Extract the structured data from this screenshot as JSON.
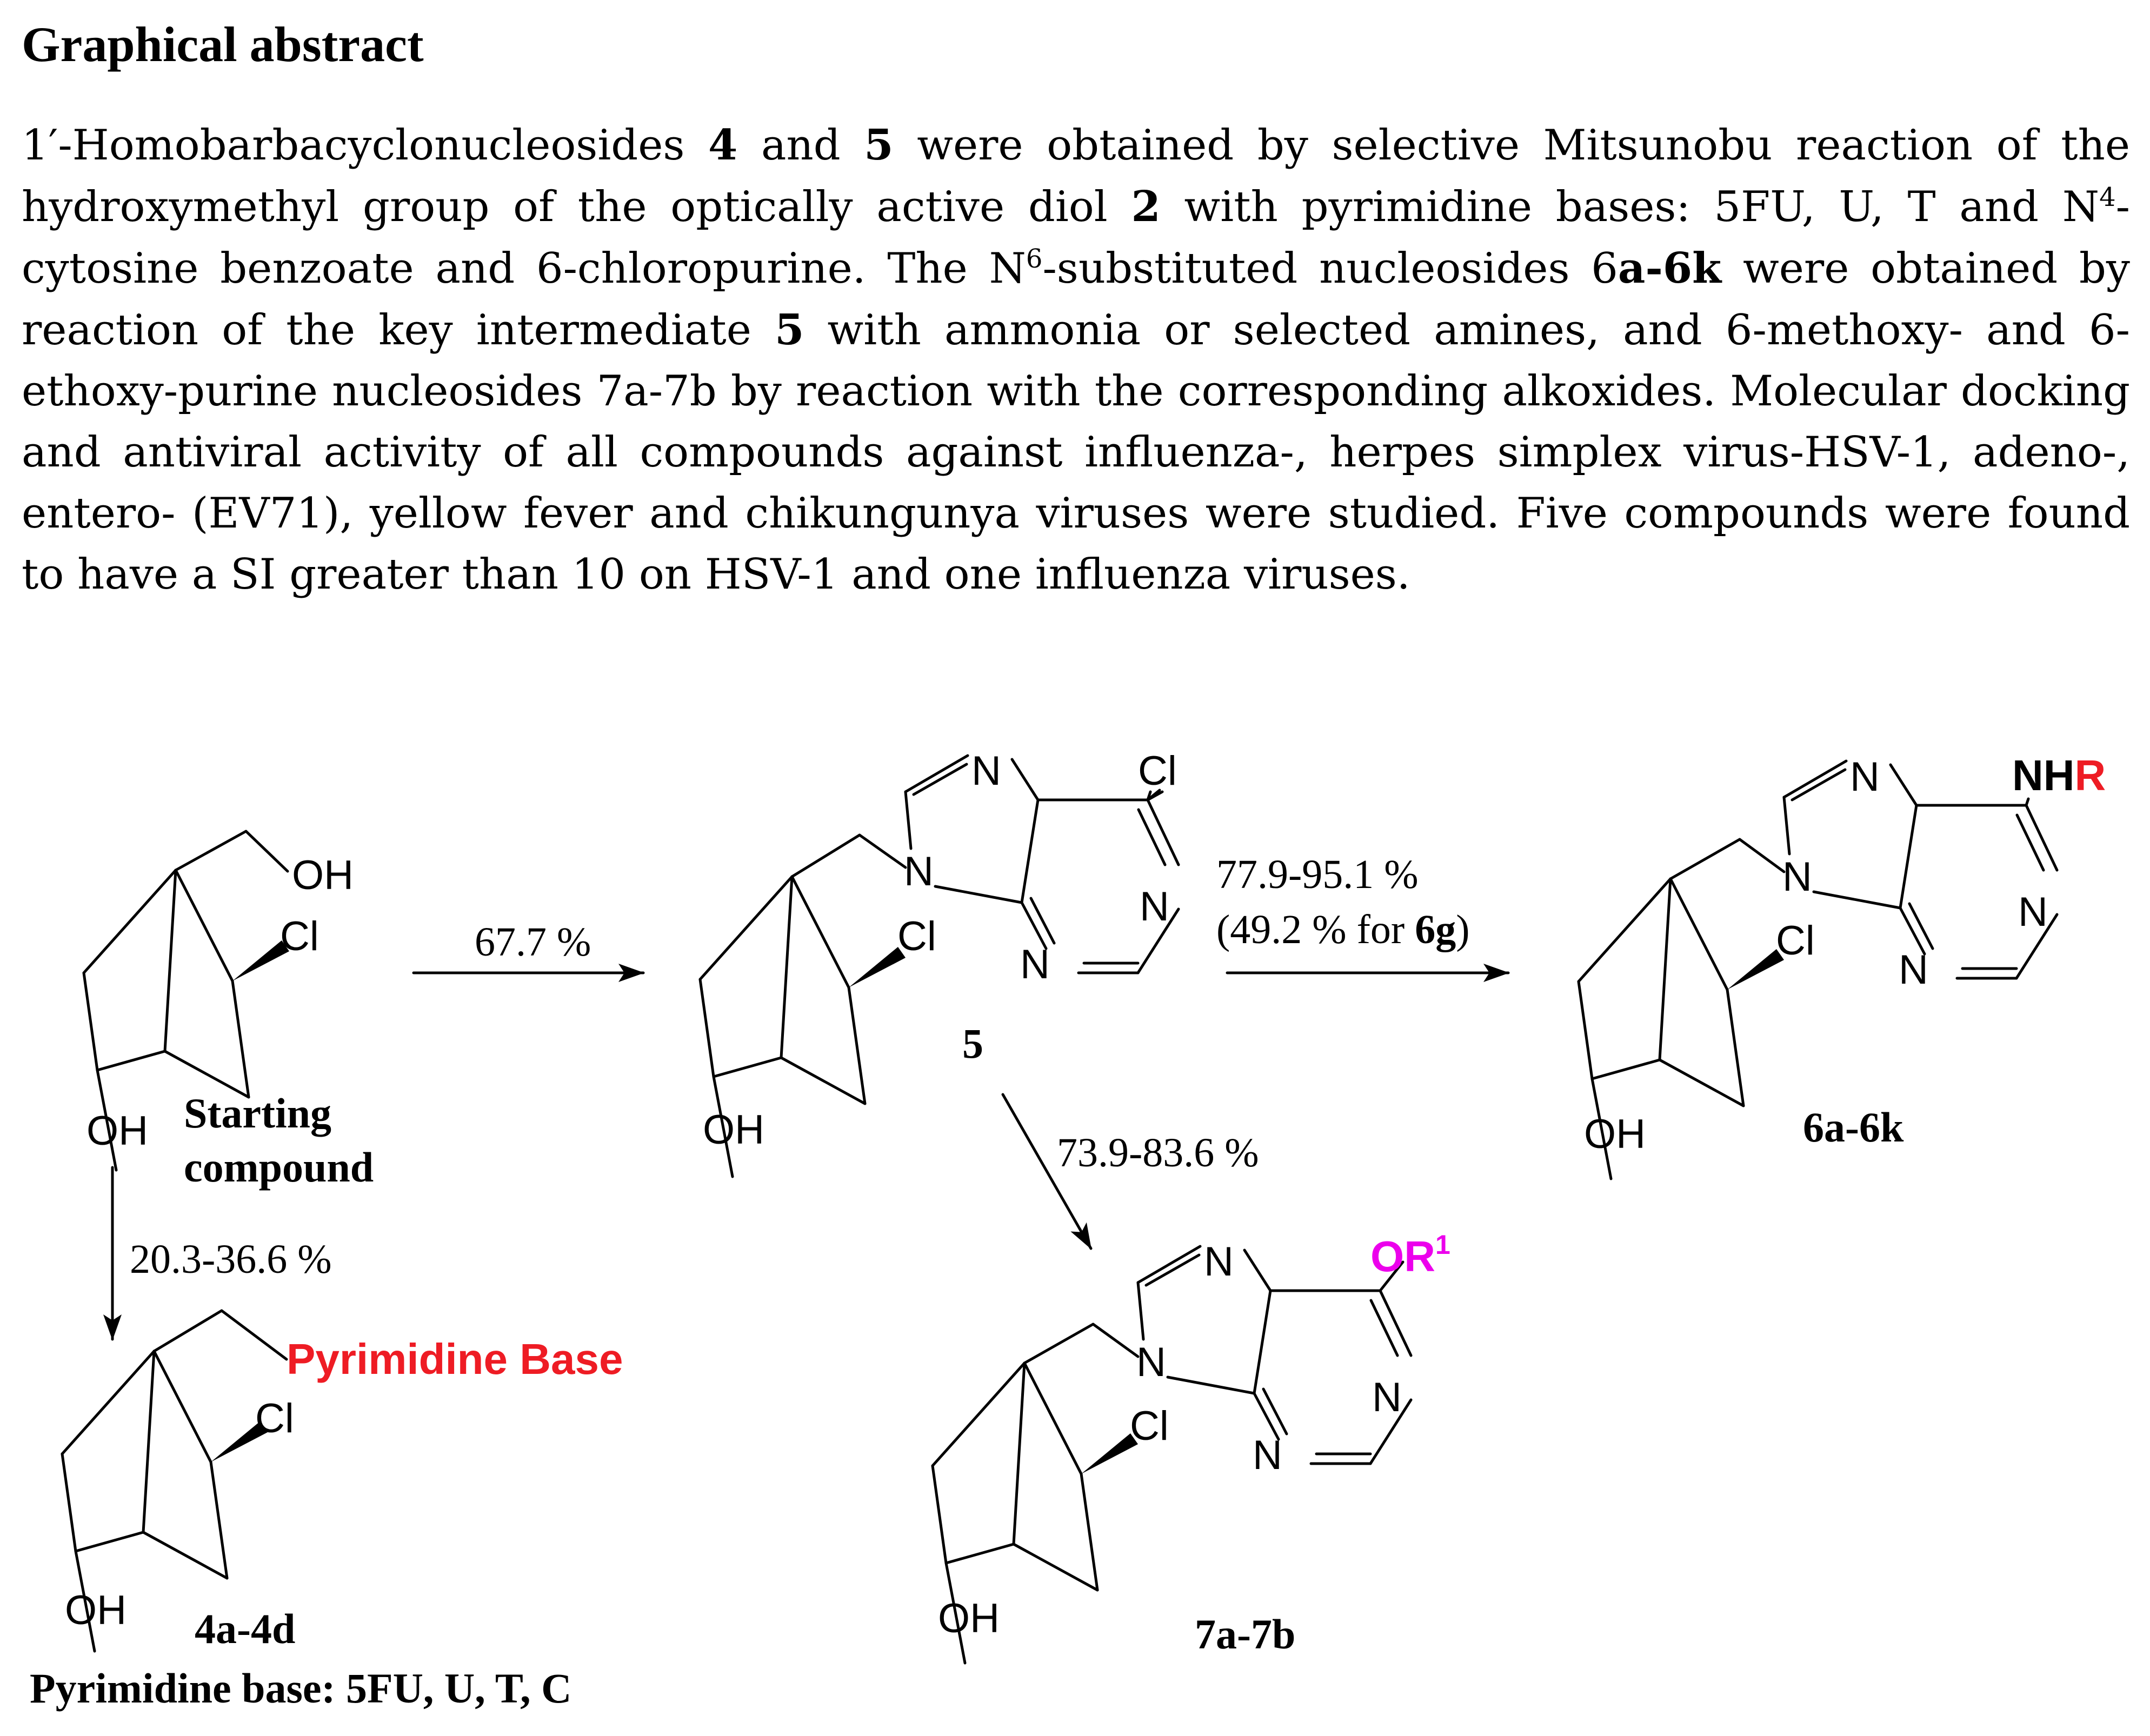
{
  "heading": "Graphical abstract",
  "abstract": [
    {
      "t": " 1′-Homobarbacyclonucleosides "
    },
    {
      "t": "4",
      "b": true
    },
    {
      "t": " and "
    },
    {
      "t": "5",
      "b": true
    },
    {
      "t": " were obtained by selective Mitsunobu reaction of the hydroxymethyl group of the optically active diol "
    },
    {
      "t": "2",
      "b": true
    },
    {
      "t": " with pyrimidine bases: 5FU, U, T and N"
    },
    {
      "t": "4",
      "sup": true
    },
    {
      "t": "-cytosine benzoate and 6-chloropurine. The N"
    },
    {
      "t": "6",
      "sup": true
    },
    {
      "t": "-substituted nucleosides 6"
    },
    {
      "t": "a-6k",
      "b": true
    },
    {
      "t": " were obtained by reaction of the key intermediate "
    },
    {
      "t": "5",
      "b": true
    },
    {
      "t": " with ammonia or selected amines, and 6-methoxy- and 6-ethoxy-purine nucleosides 7a-7b by reaction with the corresponding alkoxides. Molecular docking and antiviral activity of all compounds against influenza-, herpes simplex virus-HSV-1, adeno-, entero- (EV71), yellow fever and chikungunya viruses were studied. Five compounds were found to have a SI greater than 10 on HSV-1 and one influenza viruses."
    }
  ],
  "atoms": {
    "oh": "OH",
    "cl": "Cl",
    "n": "N",
    "nh": "NH",
    "r": "R",
    "or": "OR",
    "or_sup": "1",
    "pyrimidine_base": "Pyrimidine Base"
  },
  "colors": {
    "substituent_r": "#ee1c24",
    "substituent_or": "#ec00ec",
    "pyrimidine_base": "#ee1c24"
  },
  "labels": {
    "starting_line1": "Starting",
    "starting_line2": "compound",
    "compound_5": "5",
    "compound_6": "6a-6k",
    "compound_7": "7a-7b",
    "compound_4": "4a-4d",
    "pyrimidine_list": "Pyrimidine base: 5FU, U, T, C"
  },
  "yields": {
    "to_5": "67.7 %",
    "to_6": "77.9-95.1 %",
    "to_6_note_prefix": "(49.2 % for ",
    "to_6_note_bold": "6g",
    "to_6_note_suffix": ")",
    "to_7": "73.9-83.6 %",
    "to_4": "20.3-36.6 %"
  }
}
